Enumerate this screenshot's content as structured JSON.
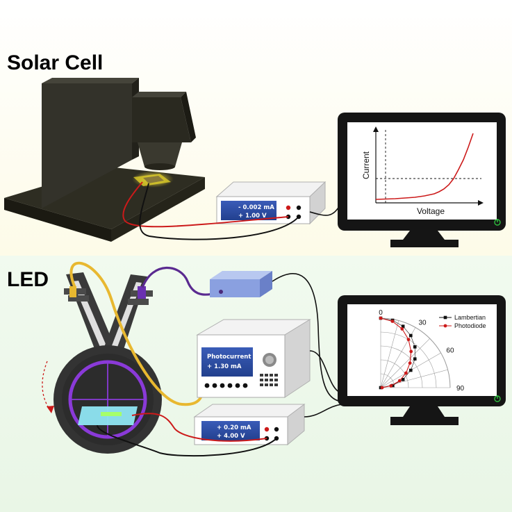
{
  "sections": {
    "solar_title": "Solar Cell",
    "led_title": "LED"
  },
  "solar": {
    "meter_line1": "- 0.002 mA",
    "meter_line2": "+ 1.00 V",
    "chart_xlabel": "Voltage",
    "chart_ylabel": "Current"
  },
  "led": {
    "photo_line1": "Photocurrent",
    "photo_line2": "+ 1.30 mA",
    "meter_line1": "+ 0.20 mA",
    "meter_line2": "+ 4.00 V"
  },
  "colors": {
    "solar_bg": "#fffef2",
    "led_bg": "#eef9ec",
    "lcd_blue": "#2a4aa0",
    "red_wire": "#cc1a1a",
    "yellow_fiber": "#e8b830",
    "purple_fiber": "#5a2a90",
    "monitor_frame": "#151515",
    "power_green": "#2fbf3f"
  },
  "chart_data": [
    {
      "type": "line",
      "xlabel": "Voltage",
      "ylabel": "Current",
      "ticks_shown": false,
      "series": [
        {
          "color": "#cc1a1a",
          "x": [
            0,
            0.1,
            0.2,
            0.3,
            0.4,
            0.5,
            0.6,
            0.65,
            0.7,
            0.75,
            0.8,
            0.85,
            0.9,
            0.95,
            1.0
          ],
          "y": [
            0.05,
            0.055,
            0.06,
            0.07,
            0.08,
            0.1,
            0.13,
            0.16,
            0.2,
            0.26,
            0.35,
            0.48,
            0.62,
            0.8,
            1.0
          ]
        }
      ],
      "reference_lines": {
        "vertical_x": 0.1,
        "horizontal_y": 0.35
      }
    },
    {
      "type": "scatter",
      "subtype": "polar",
      "angle_ticks": [
        "0",
        "30",
        "60",
        "90"
      ],
      "series": [
        {
          "name": "Lambertian",
          "color": "#111111",
          "marker": "square",
          "angle_deg": [
            0,
            10,
            20,
            30,
            40,
            50,
            60,
            70,
            80,
            90
          ],
          "r": [
            1.0,
            0.985,
            0.94,
            0.866,
            0.766,
            0.643,
            0.5,
            0.342,
            0.174,
            0.0
          ]
        },
        {
          "name": "Photodiode",
          "color": "#cc1a1a",
          "marker": "circle",
          "angle_deg": [
            0,
            10,
            20,
            30,
            40,
            50,
            60,
            70,
            80,
            90
          ],
          "r": [
            1.0,
            0.97,
            0.9,
            0.8,
            0.68,
            0.55,
            0.42,
            0.29,
            0.15,
            0.02
          ]
        }
      ]
    }
  ]
}
